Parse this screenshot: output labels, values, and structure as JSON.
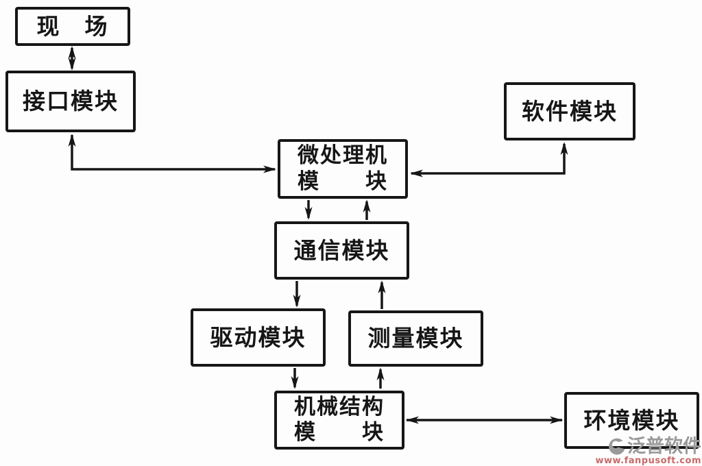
{
  "diagram": {
    "boxes": {
      "field": {
        "label": "现　场"
      },
      "interface": {
        "label": "接口模块"
      },
      "software": {
        "label": "软件模块"
      },
      "microprocessor": {
        "line1": "微处理机",
        "line2": "模　　块"
      },
      "communication": {
        "label": "通信模块"
      },
      "drive": {
        "label": "驱动模块"
      },
      "measurement": {
        "label": "测量模块"
      },
      "mechanical": {
        "line1": "机械结构",
        "line2": "模　　块"
      },
      "environment": {
        "label": "环境模块"
      }
    },
    "colors": {
      "line": "#161616",
      "watermark_gray": "#9a9a9a",
      "watermark_red": "#c96a6a"
    },
    "watermark": {
      "brand": "泛普软件",
      "url": "www.fanpusoft.com"
    }
  }
}
